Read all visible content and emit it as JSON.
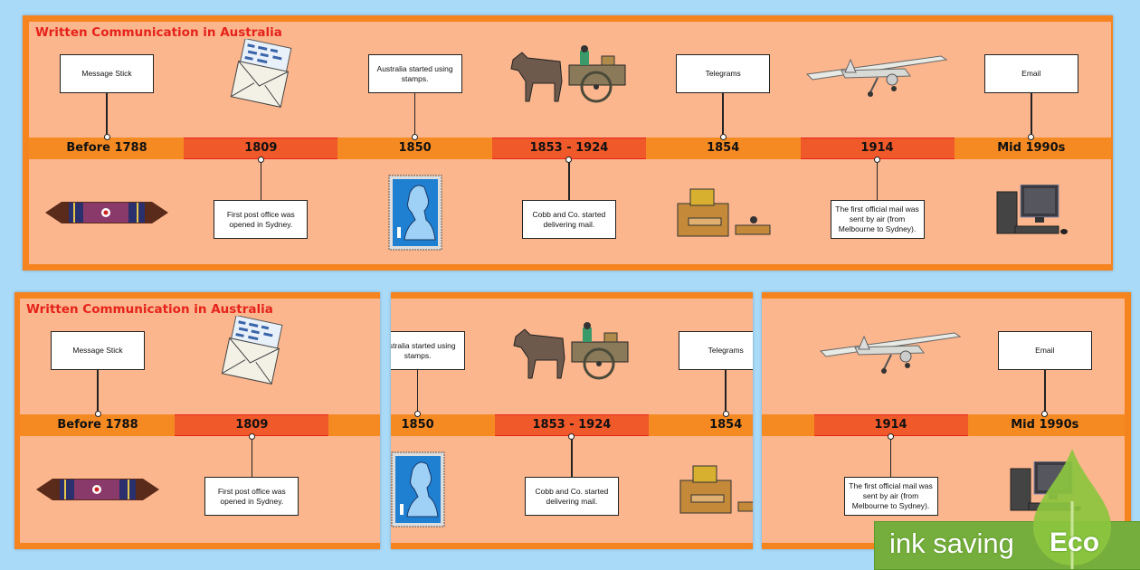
{
  "title": "Written Communication in Australia",
  "events": [
    {
      "year": "Before 1788",
      "text": "Message Stick",
      "text_position": "top",
      "image": "message-stick"
    },
    {
      "year": "1809",
      "text": "First post office was opened in Sydney.",
      "text_position": "bottom",
      "image": "envelope"
    },
    {
      "year": "1850",
      "text": "Australia started using stamps.",
      "text_position": "top",
      "image": "stamp"
    },
    {
      "year": "1853 - 1924",
      "text": "Cobb and Co. started delivering mail.",
      "text_position": "bottom",
      "image": "horse-cart"
    },
    {
      "year": "1854",
      "text": "Telegrams",
      "text_position": "top",
      "image": "telegraph"
    },
    {
      "year": "1914",
      "text": "The first official mail was sent by air (from Melbourne to Sydney).",
      "text_position": "bottom",
      "image": "airplane"
    },
    {
      "year": "Mid 1990s",
      "text": "Email",
      "text_position": "top",
      "image": "computer"
    }
  ],
  "eco_badge": {
    "text": "ink saving",
    "label": "Eco"
  },
  "colors": {
    "band_orange": "#f58a22",
    "band_red": "#f0592a",
    "title": "#e5231b",
    "panel": "#fbb68d",
    "eco_green": "#76ae3d"
  }
}
